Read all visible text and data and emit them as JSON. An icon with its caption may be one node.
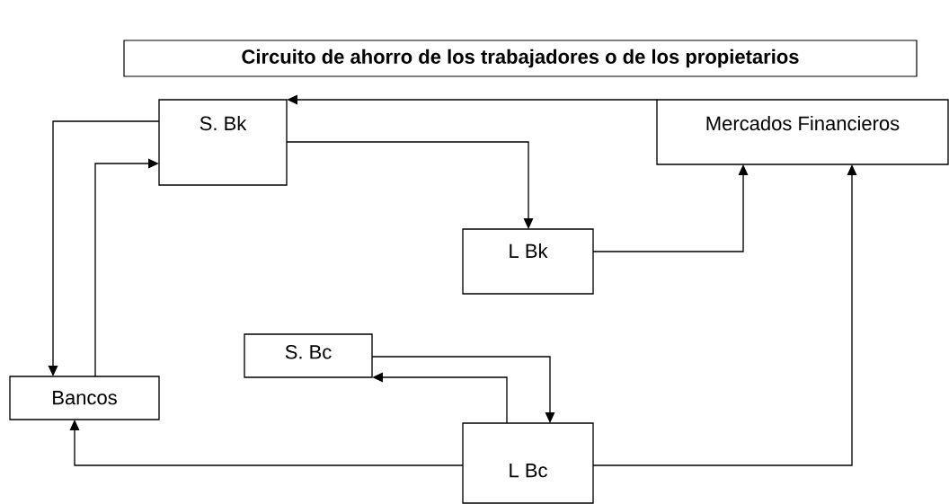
{
  "diagram": {
    "title": "Circuito de ahorro de los trabajadores o de los propietarios",
    "nodes": [
      {
        "text": [
          "S. Bk"
        ]
      },
      {
        "text": [
          "Mercados Financieros"
        ]
      },
      {
        "text": [
          "L Bk"
        ]
      },
      {
        "text": [
          "S. Bc"
        ]
      },
      {
        "text": [
          "Bancos"
        ]
      },
      {
        "text": [
          "L Bc"
        ]
      }
    ],
    "edges": [
      {
        "from": 1,
        "to": 0,
        "arrow": "to"
      },
      {
        "from": 0,
        "to": 4,
        "arrow": "to"
      },
      {
        "from": 4,
        "to": 0,
        "arrow": "to"
      },
      {
        "from": 0,
        "to": 2,
        "arrow": "to"
      },
      {
        "from": 2,
        "to": 1,
        "arrow": "to"
      },
      {
        "from": 3,
        "to": 5,
        "arrow": "to"
      },
      {
        "from": 5,
        "to": 3,
        "arrow": "to"
      },
      {
        "from": 5,
        "to": 4,
        "arrow": "to"
      },
      {
        "from": 5,
        "to": 1,
        "arrow": "to"
      }
    ]
  }
}
